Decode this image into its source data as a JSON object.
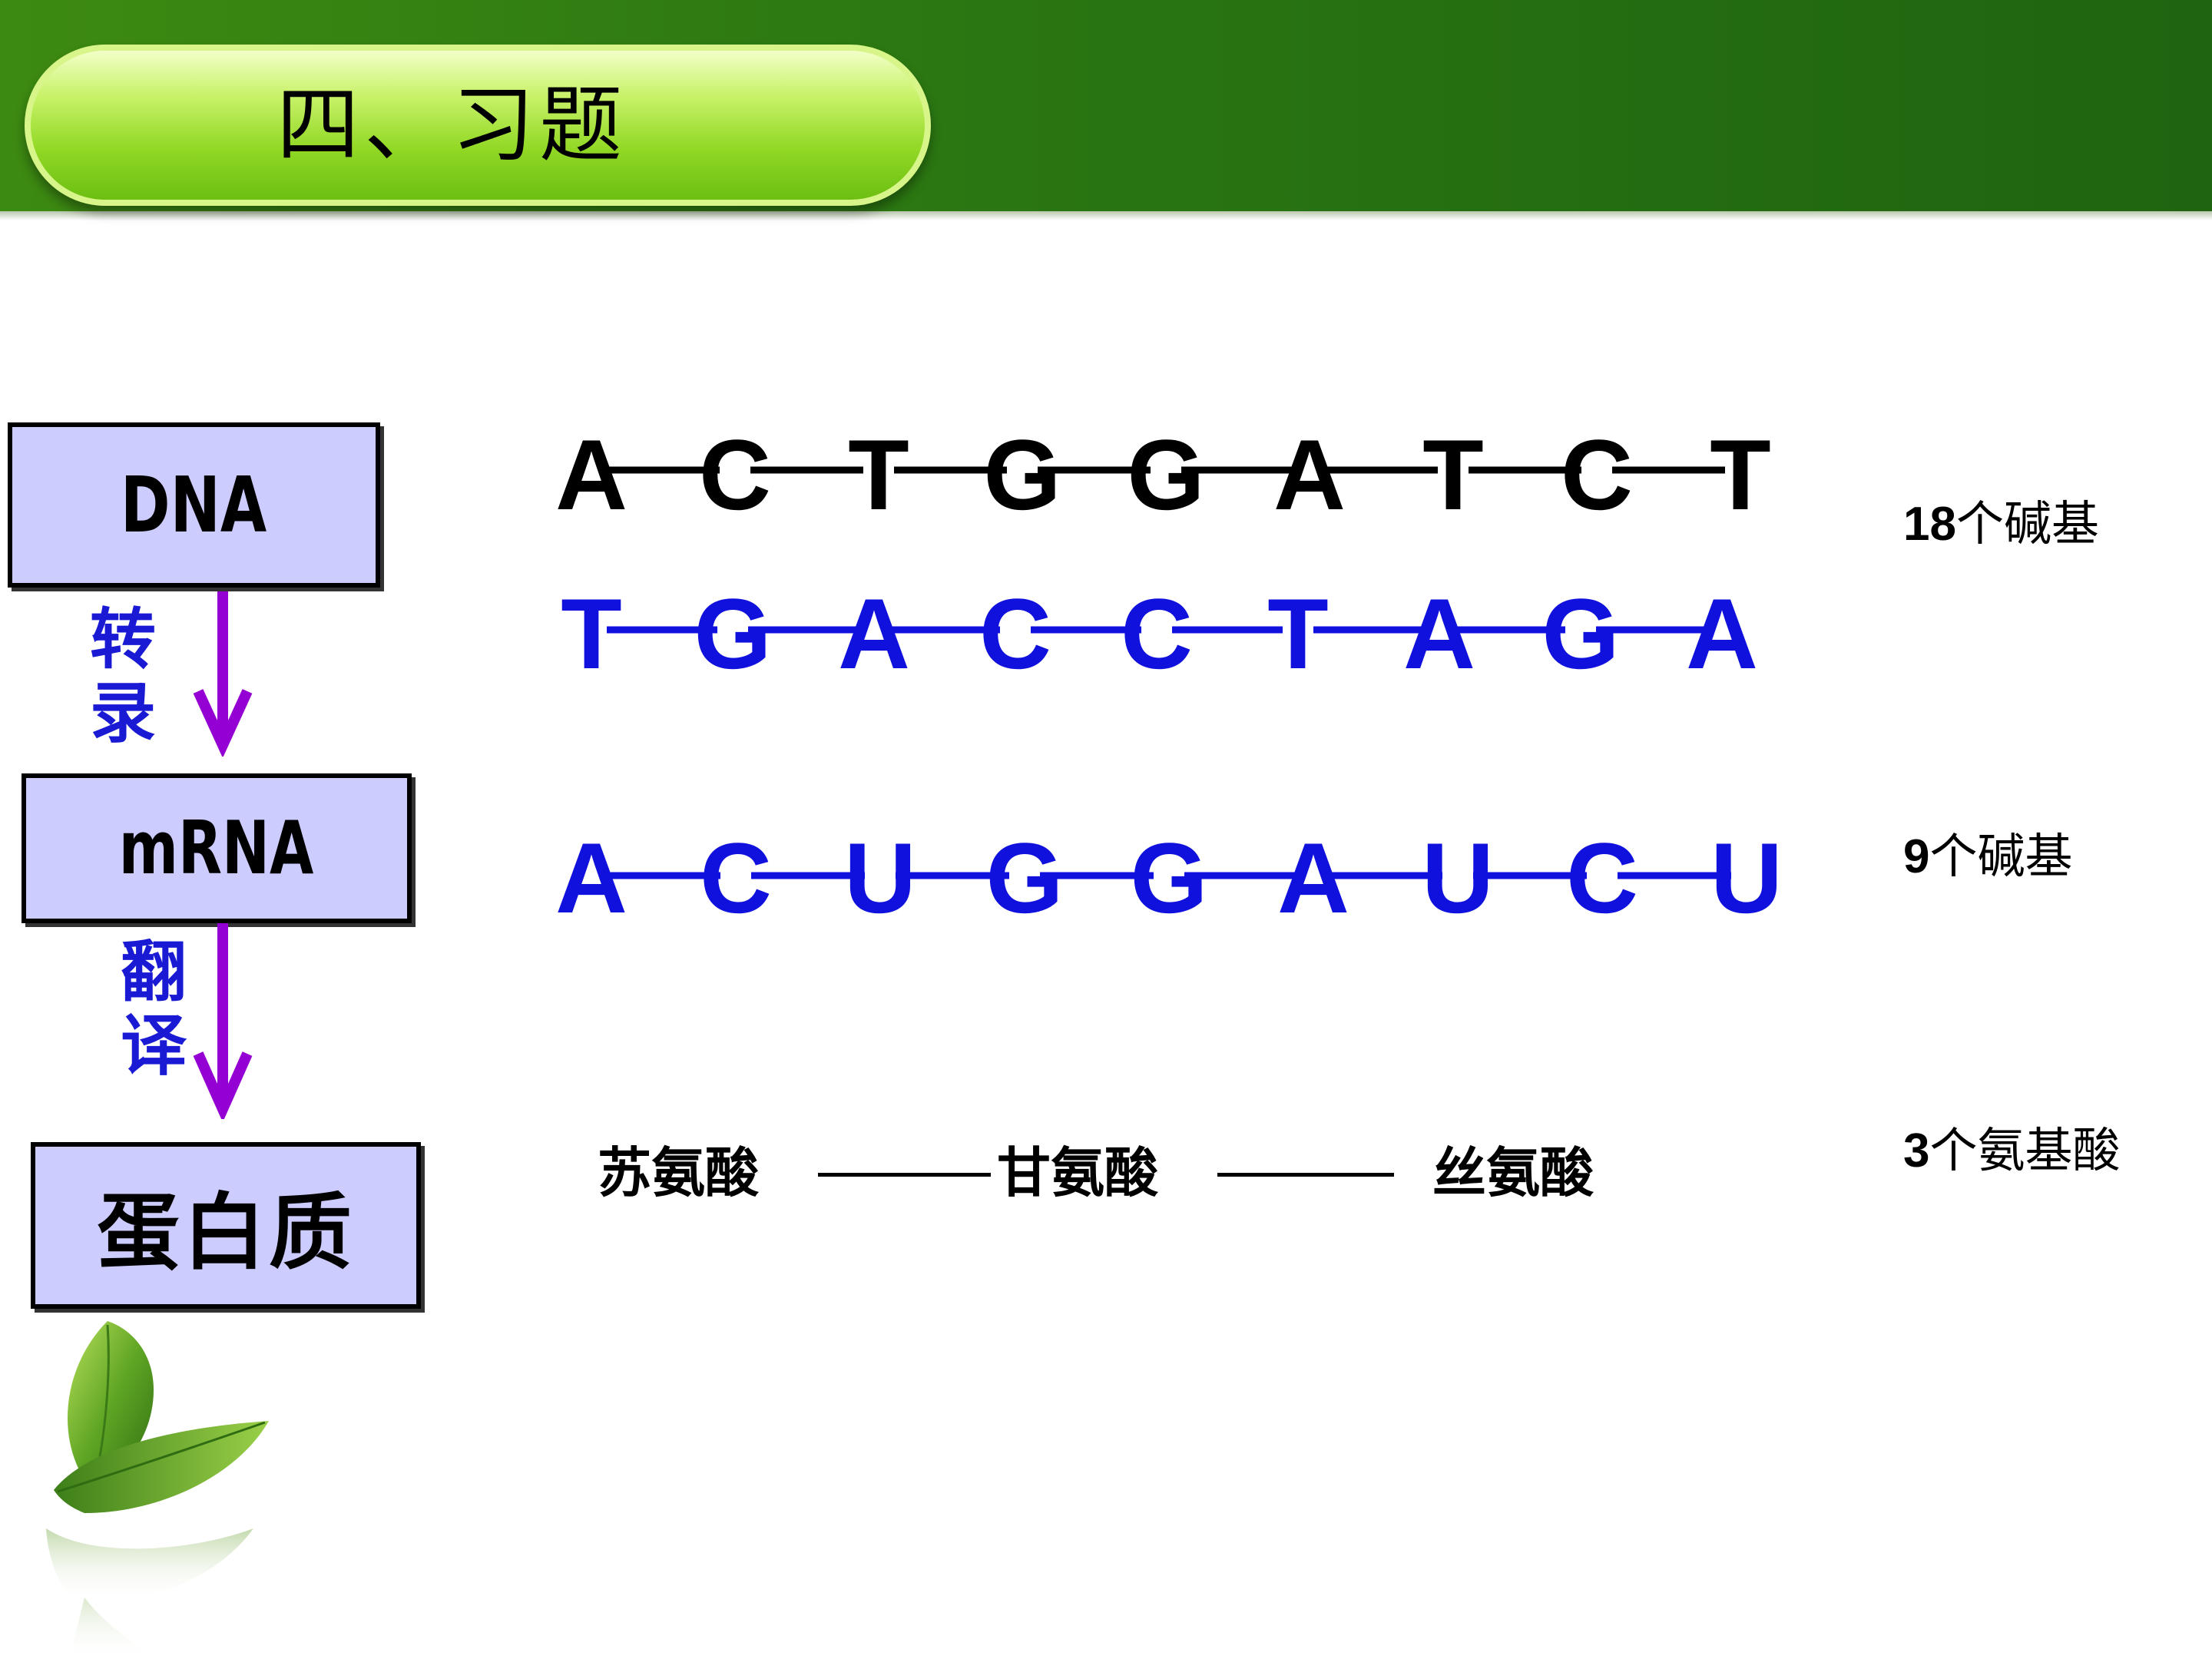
{
  "header": {
    "title": "四、习题"
  },
  "flow": {
    "dna_label": "DNA",
    "mrna_label": "mRNA",
    "protein_label": "蛋白质",
    "transcription_label": "转录",
    "translation_label": "翻译"
  },
  "sequences": {
    "dna_top": [
      "A",
      "C",
      "T",
      "G",
      "G",
      "A",
      "T",
      "C",
      "T"
    ],
    "dna_bottom": [
      "T",
      "G",
      "A",
      "C",
      "C",
      "T",
      "A",
      "G",
      "A"
    ],
    "mrna": [
      "A",
      "C",
      "U",
      "G",
      "G",
      "A",
      "U",
      "C",
      "U"
    ]
  },
  "amino_acids": [
    "苏氨酸",
    "甘氨酸",
    "丝氨酸"
  ],
  "notes": {
    "dna": {
      "count": "18",
      "text": "个碱基"
    },
    "mrna": {
      "count": "9",
      "text": "个碱基"
    },
    "protein": {
      "count": "3",
      "text": "个氨基酸"
    }
  },
  "colors": {
    "dna_top": "#000000",
    "dna_bottom": "#1111dd",
    "mrna": "#1111dd",
    "arrow": "#9400d3",
    "box_fill": "#ccccff",
    "header_green": "#2a7612"
  },
  "icons": {
    "decoration": "leaf-icon"
  }
}
